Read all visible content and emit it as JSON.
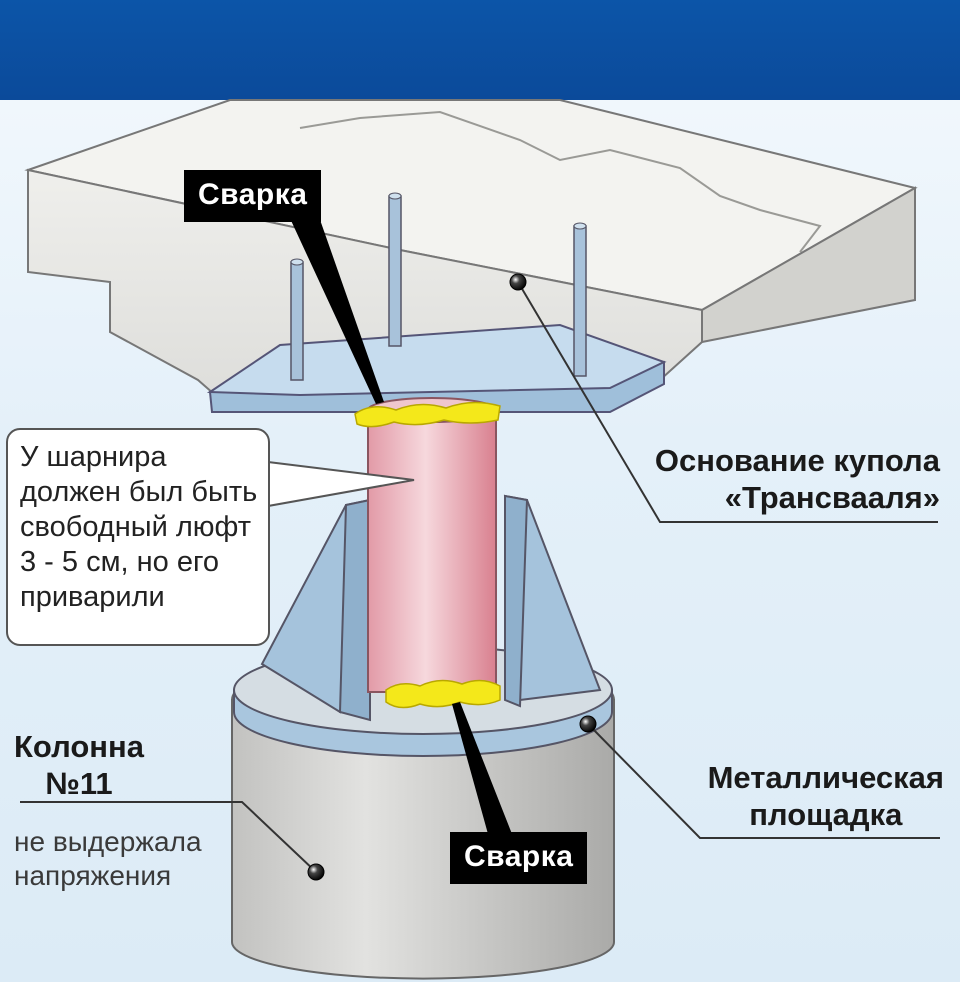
{
  "labels": {
    "weld_top": "Сварка",
    "weld_bottom": "Сварка",
    "dome_base_line1": "Основание купола",
    "dome_base_line2": "«Трансвааля»",
    "metal_platform_line1": "Металлическая",
    "metal_platform_line2": "площадка",
    "column_title_line1": "Колонна",
    "column_title_line2": "№11",
    "column_note_line1": "не выдержала",
    "column_note_line2": "напряжения"
  },
  "callout": {
    "lines": [
      "У шарнира",
      "должен был быть",
      "свободный люфт",
      "3 - 5 см, но его",
      "приварили"
    ]
  },
  "colors": {
    "top_bar": "#0b4f9f",
    "weld": "#f4e81a",
    "pipe": "#e9aeb6",
    "steel_plate": "#b9d3e8",
    "concrete": "#d6d6d4"
  }
}
